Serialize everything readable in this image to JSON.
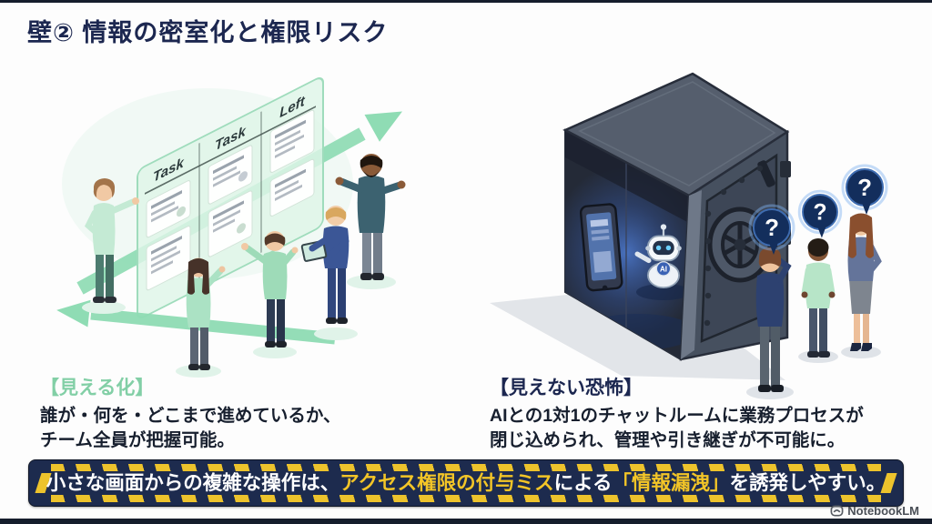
{
  "slide": {
    "title": "壁② 情報の密室化と権限リスク",
    "brand": "NotebookLM"
  },
  "left": {
    "board_columns": [
      "Task",
      "Task",
      "Left"
    ],
    "label": "【見える化】",
    "line1": "誰が・何を・どこまで進めているか、",
    "line2": "チーム全員が把握可能。"
  },
  "right": {
    "ai_badge": "AI",
    "question_mark": "?",
    "label": "【見えない恐怖】",
    "line1": "AIとの1対1のチャットルームに業務プロセスが",
    "line2": "閉じ込められ、管理や引き継ぎが不可能に。"
  },
  "banner": {
    "seg_white_1": "小さな画面からの複雑な操作は、",
    "seg_yellow_1": "アクセス権限の付与ミス",
    "seg_white_2": "による",
    "seg_yellow_2": "「情報漏洩」",
    "seg_white_3": "を誘発しやすい。"
  },
  "colors": {
    "title_navy": "#1c2750",
    "accent_mint": "#82cfa6",
    "board_glass_green": "#def5e8",
    "arrow_green": "#8fdcb4",
    "banner_bg": "#1d2b4e",
    "hazard_yellow": "#edc32c",
    "bubble_navy": "#132e5c",
    "safe_gray": "#46505f"
  }
}
